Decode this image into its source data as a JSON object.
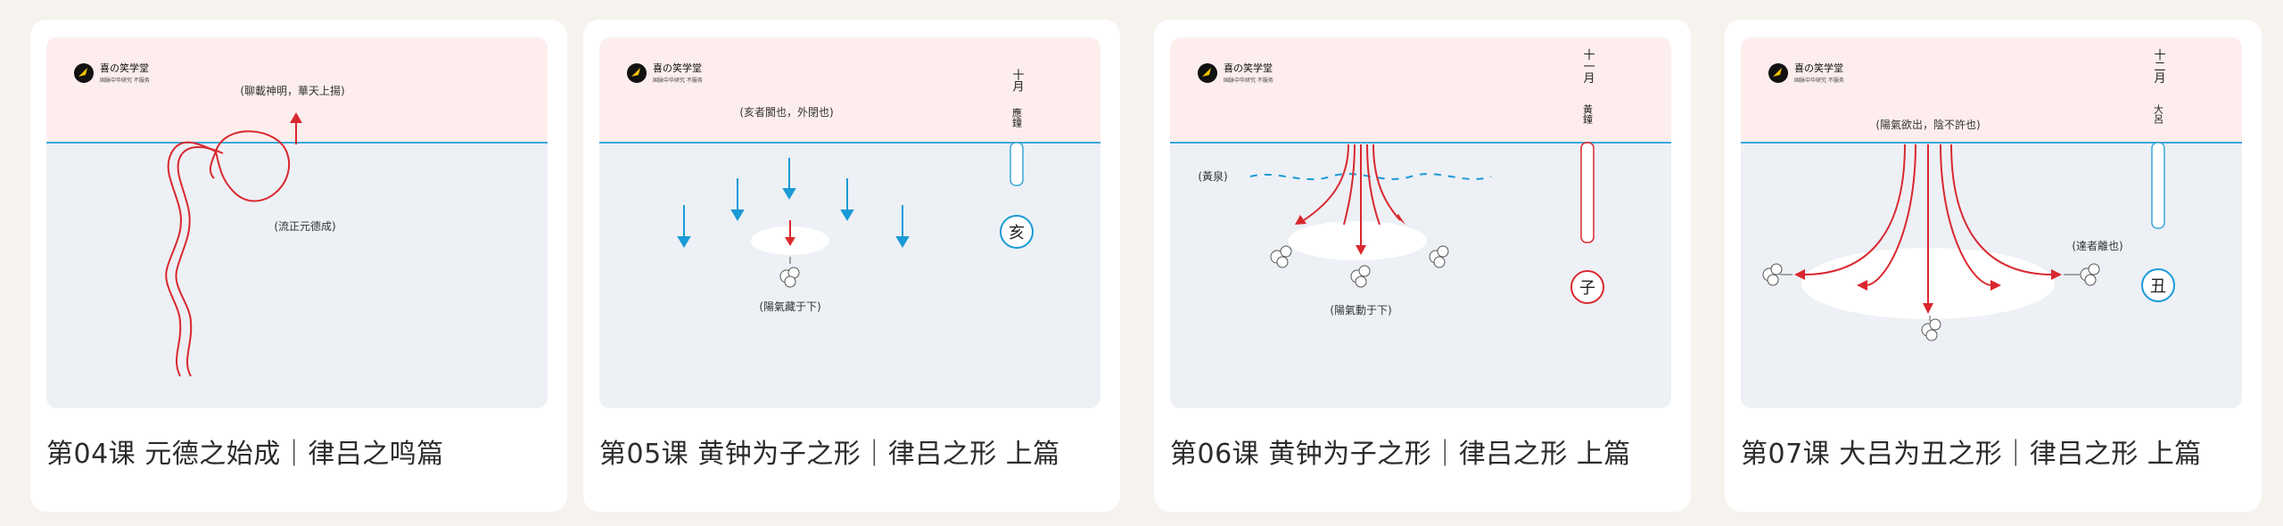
{
  "brand": {
    "name": "喜の笑学堂",
    "tagline": "国脉中华研究 不服务"
  },
  "cards": [
    {
      "title": "第04课 元德之始成｜律吕之鸣篇",
      "labels": {
        "top": "(聊載神明，華天上揚)",
        "mid": "(流正元德成)"
      }
    },
    {
      "title": "第05课 黄钟为子之形｜律吕之形 上篇",
      "labels": {
        "top": "(亥者閡也，外閉也)",
        "bottom": "(陽氣藏于下)"
      },
      "month": "十月",
      "pipe_name": "應鐘",
      "branch": "亥"
    },
    {
      "title": "第06课 黄钟为子之形｜律吕之形 上篇",
      "labels": {
        "left": "(黃泉)",
        "bottom": "(陽氣動于下)"
      },
      "month": "十一月",
      "pipe_name": "黃鐘",
      "branch": "子"
    },
    {
      "title": "第07课 大吕为丑之形｜律吕之形 上篇",
      "labels": {
        "top": "(陽氣欲出，陰不許也)",
        "right": "(達者離也)"
      },
      "month": "十二月",
      "pipe_name": "大呂",
      "branch": "丑"
    }
  ],
  "colors": {
    "page_bg": "#f6f3ef",
    "sky": "#fdeeed",
    "ground": "#edf0f5",
    "horizon": "#3aa8dc",
    "red": "#d9282f",
    "blue": "#1a9ad6"
  },
  "icons": [
    "logo-icon",
    "arrow-icon",
    "flute-pipe-icon",
    "smoke-puff-icon",
    "seed-sprout-icon"
  ]
}
